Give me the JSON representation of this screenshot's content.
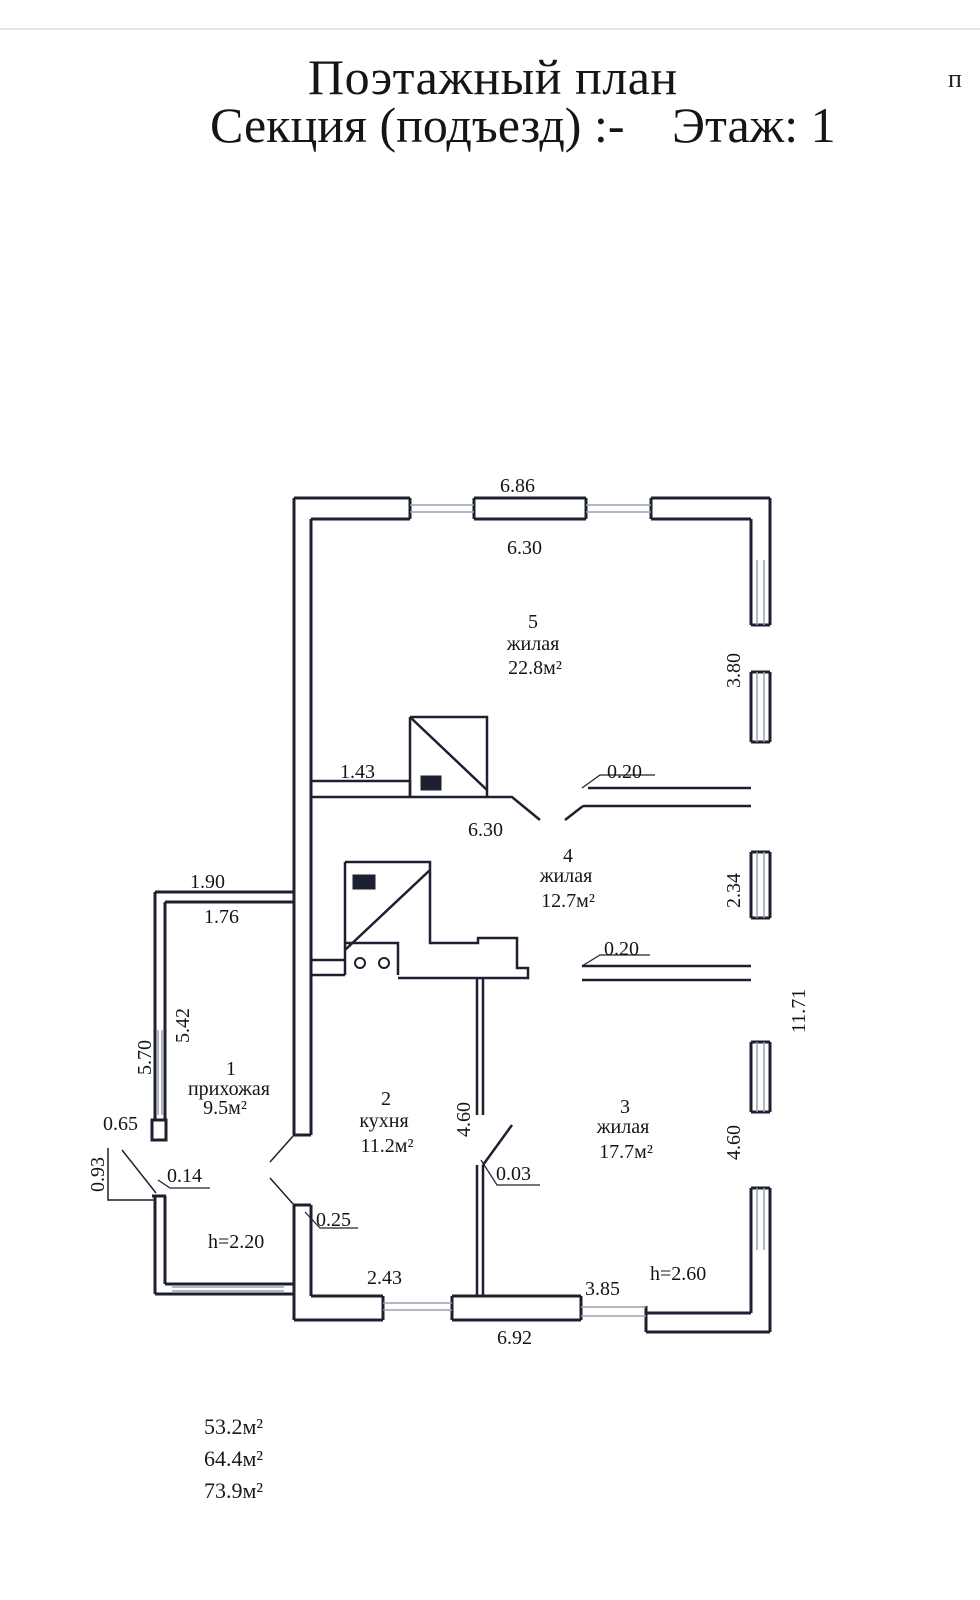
{
  "header": {
    "title": "Поэтажный план",
    "section_label": "Секция (подъезд) :-",
    "floor_label": "Этаж: 1",
    "corner_mark": "п"
  },
  "rooms": [
    {
      "number": "5",
      "type": "жилая",
      "area": "22.8м²"
    },
    {
      "number": "4",
      "type": "жилая",
      "area": "12.7м²"
    },
    {
      "number": "1",
      "type": "прихожая",
      "area": "9.5м²"
    },
    {
      "number": "2",
      "type": "кухня",
      "area": "11.2м²"
    },
    {
      "number": "3",
      "type": "жилая",
      "area": "17.7м²"
    }
  ],
  "dimensions": {
    "top_outer": "6.86",
    "top_inner": "6.30",
    "room5_right": "3.80",
    "partition_left": "1.43",
    "partition_top_right": "0.20",
    "room4_width": "6.30",
    "room4_right": "2.34",
    "partition_bottom_right": "0.20",
    "overall_height": "11.71",
    "hall_top_outer": "1.90",
    "hall_top_inner": "1.76",
    "hall_outer_height": "5.70",
    "hall_inner_height": "5.42",
    "porch_width": "0.65",
    "porch_depth": "0.93",
    "porch_wall": "0.14",
    "kitchen_partition": "4.60",
    "room3_right": "4.60",
    "kitchen_door": "0.25",
    "room3_door": "0.03",
    "hall_height": "h=2.20",
    "house_height": "h=2.60",
    "bottom_left": "2.43",
    "bottom_right": "3.85",
    "bottom_total": "6.92"
  },
  "totals": [
    "53.2м²",
    "64.4м²",
    "73.9м²"
  ],
  "colors": {
    "wall": "#1d2030",
    "text": "#151515",
    "window": "#9aa0b4"
  }
}
